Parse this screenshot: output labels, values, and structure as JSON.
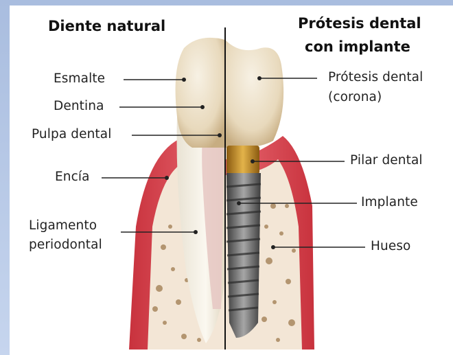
{
  "titles": {
    "left": "Diente natural",
    "right_line1": "Prótesis dental",
    "right_line2": "con implante"
  },
  "labels_left": {
    "esmalte": "Esmalte",
    "dentina": "Dentina",
    "pulpa": "Pulpa dental",
    "encia": "Encía",
    "ligamento_line1": "Ligamento",
    "ligamento_line2": "periodontal"
  },
  "labels_right": {
    "protesis_line1": "Prótesis dental",
    "protesis_line2": "(corona)",
    "pilar": "Pilar dental",
    "implante": "Implante",
    "hueso": "Hueso"
  },
  "colors": {
    "gum": "#e0505a",
    "bone": "#f3e6d6",
    "enamel": "#e9dcc4",
    "abutment": "#c8962c",
    "implant": "#6c6c6c"
  }
}
